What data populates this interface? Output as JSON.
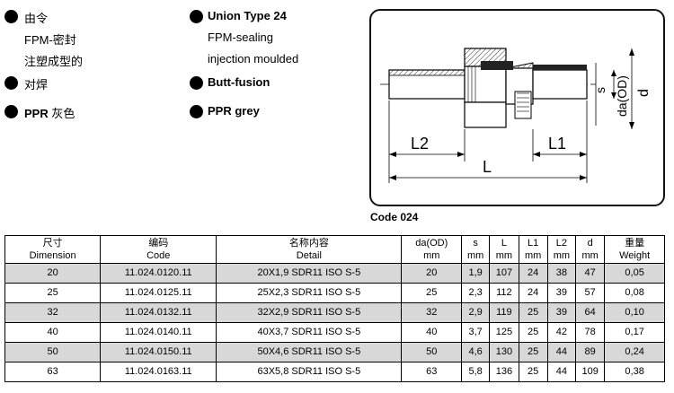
{
  "left_column": {
    "line1": "由令",
    "line2": "FPM-密封",
    "line3": "注塑成型的",
    "line4": "对焊",
    "line5_bold": "PPR",
    "line5_rest": " 灰色"
  },
  "mid_column": {
    "line1": "Union Type 24",
    "line2": "FPM-sealing",
    "line3": "injection moulded",
    "line4": "Butt-fusion",
    "line5": "PPR grey"
  },
  "drawing": {
    "labels": {
      "L": "L",
      "L1": "L1",
      "L2": "L2",
      "s": "s",
      "da": "da(OD)",
      "d": "d"
    },
    "code": "Code 024"
  },
  "table": {
    "headers": [
      {
        "cn": "尺寸",
        "en": "Dimension"
      },
      {
        "cn": "编码",
        "en": "Code"
      },
      {
        "cn": "名称内容",
        "en": "Detail"
      },
      {
        "cn": "da(OD)",
        "en": "mm"
      },
      {
        "cn": "s",
        "en": "mm"
      },
      {
        "cn": "L",
        "en": "mm"
      },
      {
        "cn": "L1",
        "en": "mm"
      },
      {
        "cn": "L2",
        "en": "mm"
      },
      {
        "cn": "d",
        "en": "mm"
      },
      {
        "cn": "重量",
        "en": "Weight"
      }
    ],
    "rows": [
      [
        "20",
        "11.024.0120.11",
        "20X1,9 SDR11 ISO S-5",
        "20",
        "1,9",
        "107",
        "24",
        "38",
        "47",
        "0,05"
      ],
      [
        "25",
        "11.024.0125.11",
        "25X2,3 SDR11 ISO S-5",
        "25",
        "2,3",
        "112",
        "24",
        "39",
        "57",
        "0,08"
      ],
      [
        "32",
        "11.024.0132.11",
        "32X2,9 SDR11 ISO S-5",
        "32",
        "2,9",
        "119",
        "25",
        "39",
        "64",
        "0,10"
      ],
      [
        "40",
        "11.024.0140.11",
        "40X3,7 SDR11 ISO S-5",
        "40",
        "3,7",
        "125",
        "25",
        "42",
        "78",
        "0,17"
      ],
      [
        "50",
        "11.024.0150.11",
        "50X4,6 SDR11 ISO S-5",
        "50",
        "4,6",
        "130",
        "25",
        "44",
        "89",
        "0,24"
      ],
      [
        "63",
        "11.024.0163.11",
        "63X5,8 SDR11 ISO S-5",
        "63",
        "5,8",
        "136",
        "25",
        "44",
        "109",
        "0,38"
      ]
    ]
  }
}
